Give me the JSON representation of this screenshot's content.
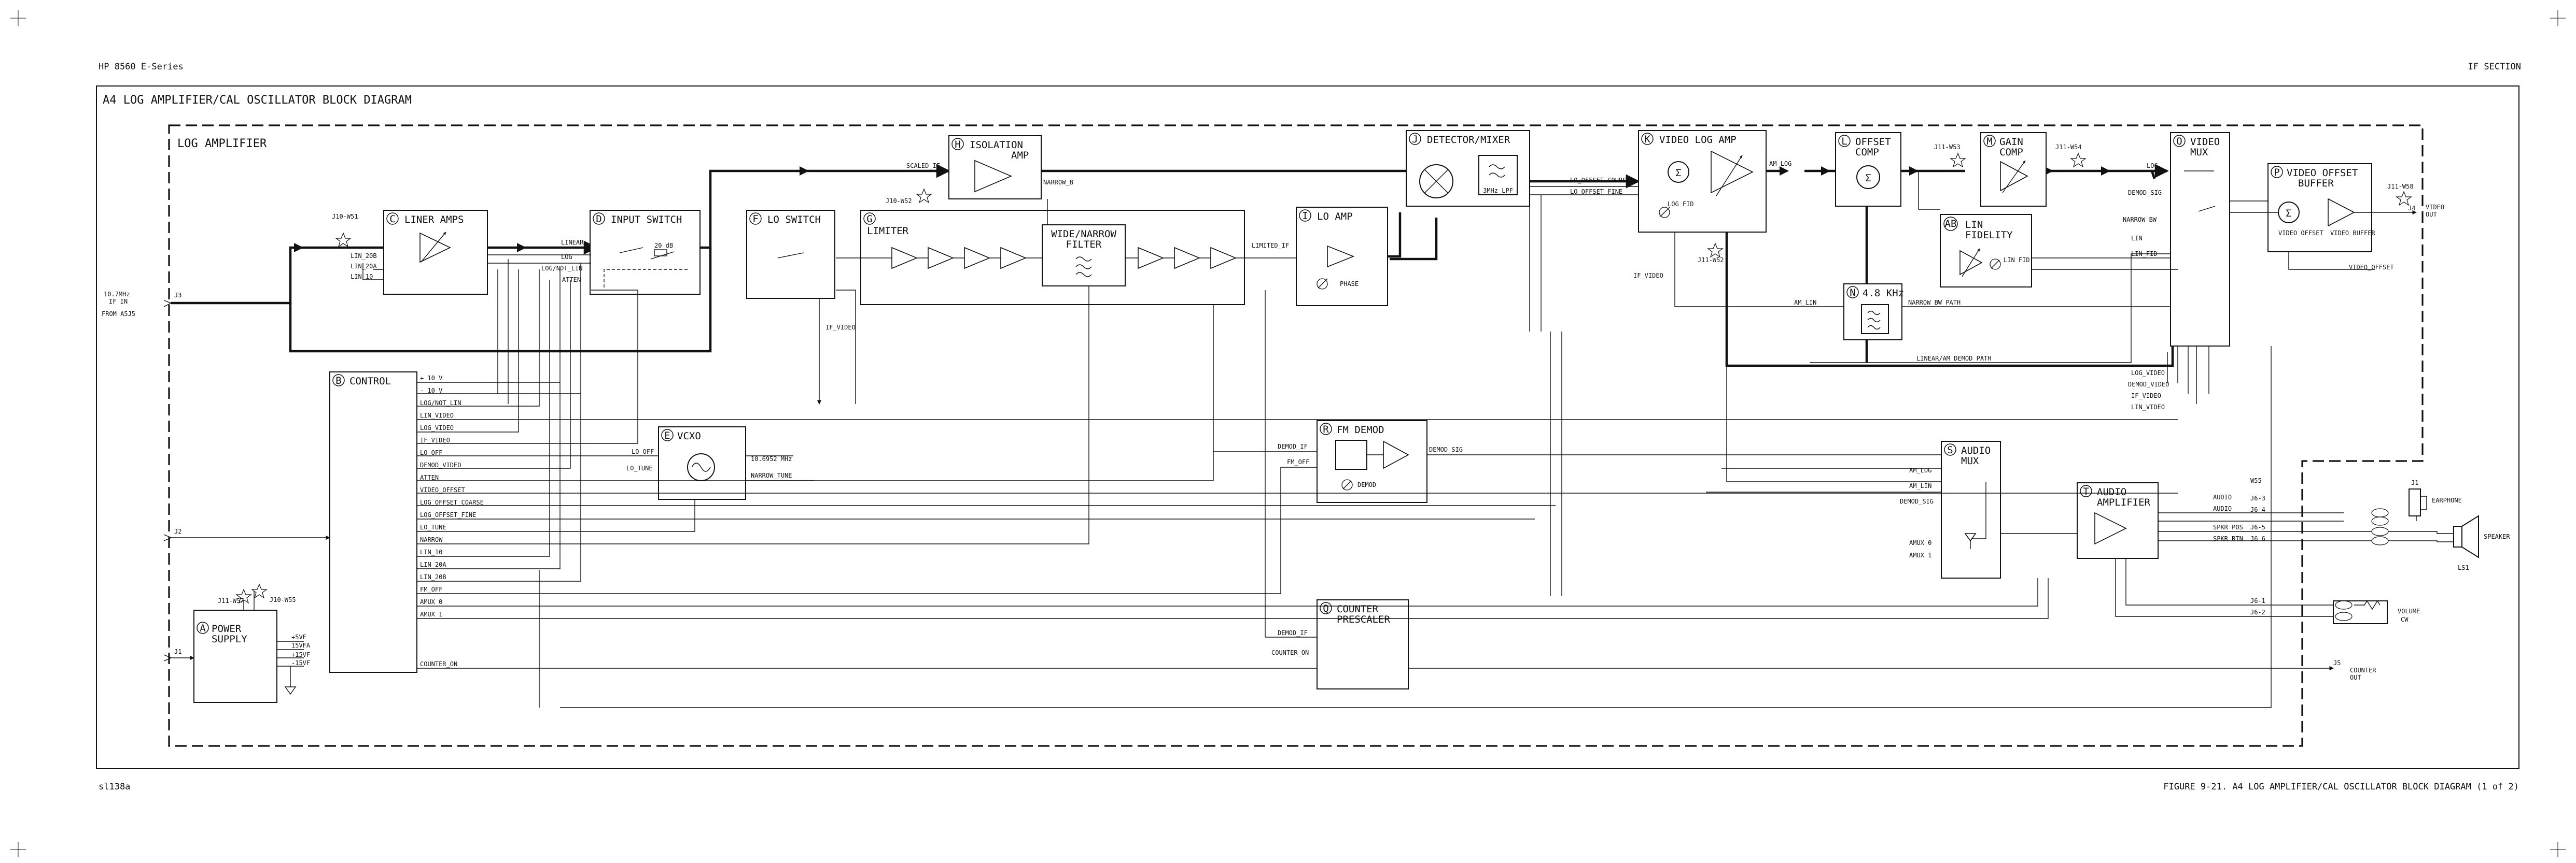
{
  "header": {
    "left": "HP 8560 E-Series",
    "right": "IF SECTION",
    "title": "A4 LOG AMPLIFIER/CAL OSCILLATOR BLOCK DIAGRAM",
    "region": "LOG AMPLIFIER"
  },
  "footer": {
    "code": "sl138a",
    "caption": "FIGURE 9-21. A4 LOG AMPLIFIER/CAL OSCILLATOR BLOCK DIAGRAM (1 of 2)"
  },
  "blocks": {
    "C": {
      "letter": "C",
      "name": "LINER AMPS"
    },
    "D": {
      "letter": "D",
      "name": "INPUT SWITCH"
    },
    "F": {
      "letter": "F",
      "name": "LO SWITCH"
    },
    "G": {
      "letter": "G",
      "name": "LIMITER"
    },
    "H": {
      "letter": "H",
      "name": "ISOLATION",
      "name2": "AMP"
    },
    "I": {
      "letter": "I",
      "name": "LO AMP"
    },
    "J": {
      "letter": "J",
      "name": "DETECTOR/MIXER"
    },
    "K": {
      "letter": "K",
      "name": "VIDEO LOG AMP"
    },
    "L": {
      "letter": "L",
      "name": "OFFSET",
      "name2": "COMP"
    },
    "M": {
      "letter": "M",
      "name": "GAIN",
      "name2": "COMP"
    },
    "O": {
      "letter": "O",
      "name": "VIDEO",
      "name2": "MUX"
    },
    "P": {
      "letter": "P",
      "name": "VIDEO OFFSET",
      "name2": "BUFFER"
    },
    "AB": {
      "letter": "AB",
      "name": "LIN",
      "name2": "FIDELITY"
    },
    "N": {
      "letter": "N",
      "name": "4.8 KHz"
    },
    "B": {
      "letter": "B",
      "name": "CONTROL"
    },
    "E": {
      "letter": "E",
      "name": "VCXO"
    },
    "R": {
      "letter": "R",
      "name": "FM DEMOD"
    },
    "S": {
      "letter": "S",
      "name": "AUDIO",
      "name2": "MUX"
    },
    "T": {
      "letter": "T",
      "name": "AUDIO",
      "name2": "AMPLIFIER"
    },
    "Q": {
      "letter": "Q",
      "name": "COUNTER",
      "name2": "PRESCALER"
    },
    "A": {
      "letter": "A",
      "name": "POWER",
      "name2": "SUPPLY"
    }
  },
  "filter_label": "WIDE/NARROW FILTER",
  "filter_label2": "FILTER",
  "filter_label1": "WIDE/NARROW",
  "det_lpf": "3MHz LPF",
  "phase": "PHASE",
  "demod": "DEMOD",
  "log_fid": "LOG FID",
  "lin_fid": "LIN FID",
  "video_offset_sub": "VIDEO OFFSET",
  "video_buffer_sub": "VIDEO BUFFER",
  "db20": "20 dB",
  "testpoints": {
    "j10w51": "J10-W51",
    "j10w52": "J10-W52",
    "j11w52": "J11-W52",
    "j11w53": "J11-W53",
    "j11w54": "J11-W54",
    "j11w58": "J11-W58",
    "j11w57": "J11-W57",
    "j10w55": "J10-W55"
  },
  "input": {
    "freq": "10.7MHz",
    "name": "IF IN",
    "from": "FROM A5J5",
    "j3": "J3",
    "j2": "J2",
    "j1": "J1"
  },
  "video_out": {
    "line1": "VIDEO",
    "line2": "OUT",
    "jack": "J4"
  },
  "counter_out": {
    "line1": "COUNTER",
    "line2": "OUT",
    "jack": "J5"
  },
  "earphone": {
    "label": "EARPHONE",
    "jack": "J1"
  },
  "speaker": {
    "label": "SPEAKER",
    "ref": "LS1"
  },
  "volume": {
    "label": "VOLUME",
    "sub": "CW"
  },
  "w55": "W55",
  "signals": {
    "scaled_if": "SCALED_IF",
    "narrow_b": "NARROW_B",
    "linear": "LINEAR",
    "log": "LOG",
    "log_not_lin": "LOG/NOT_LIN",
    "atten": "ATTEN",
    "lin_20b": "LIN_20B",
    "lin_20a": "LIN_20A",
    "lin_10": "LIN_10",
    "limited_if": "LIMITED_IF",
    "if_video": "IF_VIDEO",
    "lo_offset_course": "LO_OFFSET COURSE",
    "lo_offset_fine": "LO_OFFSET FINE",
    "am_log": "AM_LOG",
    "log_sig": "LOG",
    "demod_sig": "DEMOD_SIG",
    "narrow_bw": "NARROW BW",
    "lin": "LIN",
    "lin_fid": "LIN_FID",
    "video_offset": "VIDEO_OFFSET",
    "am_lin": "AM_LIN",
    "narrow_bw_path": "NARROW BW PATH",
    "linear_am_path": "LINEAR/AM DEMOD PATH",
    "lo_off": "LO_OFF",
    "lo_tune": "LO_TUNE",
    "freq": "10.6952 MHz",
    "narrow_tune": "NARROW_TUNE",
    "demod_if": "DEMOD_IF",
    "fm_off": "FM_OFF",
    "demod_sig2": "DEMOD_SIG",
    "am_log2": "AM_LOG",
    "am_lin2": "AM_LIN",
    "demod_sig3": "DEMOD_SIG",
    "amux0": "AMUX 0",
    "amux1": "AMUX 1",
    "demod_if2": "DEMOD_IF",
    "counter_on": "COUNTER_ON",
    "audio1": "AUDIO",
    "audio2": "AUDIO",
    "spkr_pos": "SPKR POS",
    "spkr_rtn": "SPKR RTN",
    "j63": "J6-3",
    "j64": "J6-4",
    "j65": "J6-5",
    "j66": "J6-6",
    "j61": "J6-1",
    "j62": "J6-2",
    "p5v": "+5VF",
    "p15vfa": "15VFA",
    "p15v": "+15VF",
    "m15v": "-15VF",
    "r_log_video": "LOG_VIDEO",
    "r_demod_video": "DEMOD_VIDEO",
    "r_if_video": "IF_VIDEO",
    "r_lin_video": "LIN_VIDEO"
  },
  "control_lines": [
    "+ 10 V",
    "- 10 V",
    "LOG/NOT_LIN",
    "LIN_VIDEO",
    "LOG_VIDEO",
    "IF_VIDEO",
    "LO_OFF",
    "DEMOD_VIDEO",
    "ATTEN",
    "VIDEO_OFFSET",
    "LOG_OFFSET_COARSE",
    "LOG_OFFSET_FINE",
    "LO_TUNE",
    "NARROW",
    "LIN_10",
    "LIN_20A",
    "LIN_20B",
    "FM_OFF",
    "AMUX 0",
    "AMUX 1"
  ],
  "counter_on_line": "COUNTER_ON"
}
